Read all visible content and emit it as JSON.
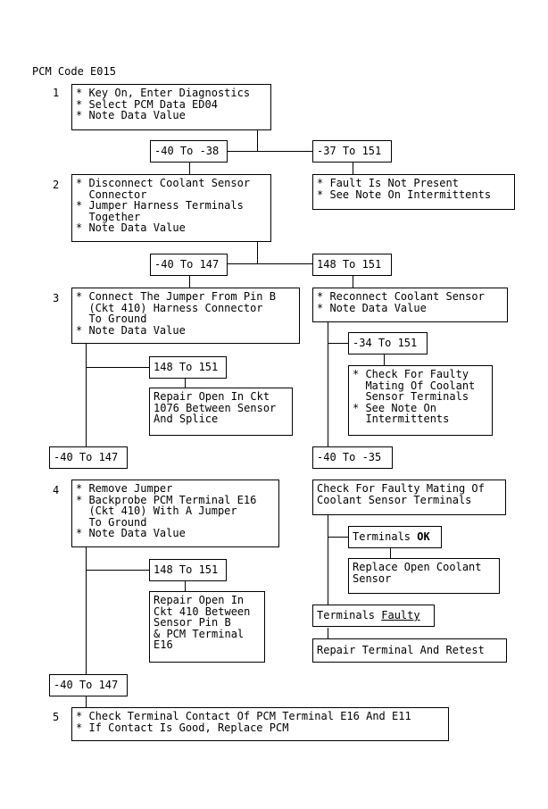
{
  "title": "PCM Code E015",
  "steps": {
    "s1": "1",
    "s2": "2",
    "s3": "3",
    "s4": "4",
    "s5": "5"
  },
  "boxes": {
    "step1": "* Key On, Enter Diagnostics\n* Select PCM Data ED04\n* Note Data Value",
    "step2": "* Disconnect Coolant Sensor\n  Connector\n* Jumper Harness Terminals\n  Together\n* Note Data Value",
    "fault_not_present": "* Fault Is Not Present\n* See Note On Intermittents",
    "step3": "* Connect The Jumper From Pin B\n  (Ckt 410) Harness Connector\n  To Ground\n* Note Data Value",
    "reconnect": "* Reconnect Coolant Sensor\n* Note Data Value",
    "check_mating": "* Check For Faulty\n  Mating Of Coolant\n  Sensor Terminals\n* See Note On\n  Intermittents",
    "repair_1076": "Repair Open In Ckt\n1076 Between Sensor\nAnd Splice",
    "step4": "* Remove Jumper\n* Backprobe PCM Terminal E16\n  (Ckt 410) With A Jumper\n  To Ground\n* Note Data Value",
    "check_faulty_mating": "Check For Faulty Mating Of\nCoolant Sensor Terminals",
    "replace_open": "Replace Open Coolant\nSensor",
    "repair_410": "Repair Open In\nCkt 410 Between\nSensor Pin B\n& PCM Terminal\nE16",
    "repair_terminal": "Repair Terminal And Retest",
    "step5": "* Check Terminal Contact Of PCM Terminal E16 And E11\n* If Contact Is Good, Replace PCM"
  },
  "ranges": {
    "r1a": "-40 To -38",
    "r1b": "-37 To 151",
    "r2a": "-40 To 147",
    "r2b": "148 To 151",
    "r3a": "148 To 151",
    "r3b": "-34 To 151",
    "r3c": "-40 To 147",
    "r3d": "-40 To -35",
    "r4a": "148 To 151",
    "r5a": "-40 To 147"
  },
  "terminals_ok": {
    "prefix": "Terminals ",
    "bold": "OK"
  },
  "terminals_faulty": {
    "prefix": "Terminals ",
    "underlined": "Faulty"
  }
}
